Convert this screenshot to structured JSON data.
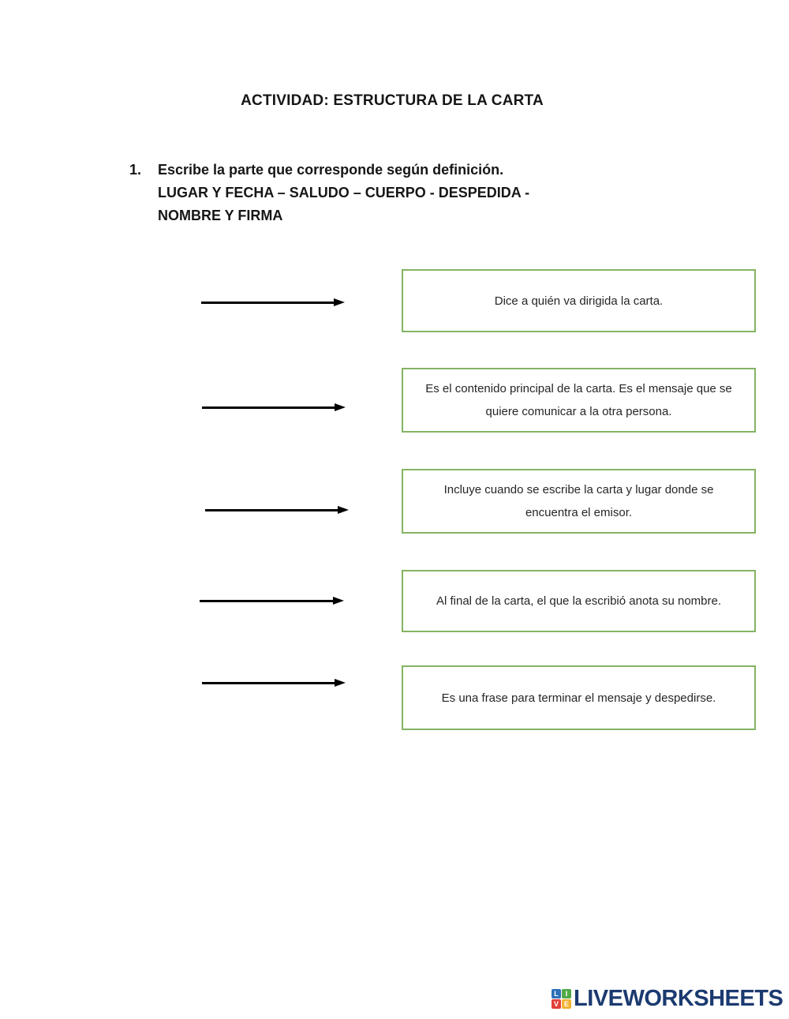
{
  "page": {
    "title": "ACTIVIDAD: ESTRUCTURA DE LA CARTA"
  },
  "exercise": {
    "number": "1.",
    "instruction": "Escribe la parte que corresponde según definición.",
    "word_bank_line1": "LUGAR Y FECHA – SALUDO – CUERPO - DESPEDIDA -",
    "word_bank_line2": "NOMBRE Y FIRMA"
  },
  "items": [
    {
      "definition": "Dice a quién va dirigida la carta."
    },
    {
      "definition": "Es el contenido principal de la carta. Es el mensaje que se quiere comunicar a la otra persona."
    },
    {
      "definition": "Incluye cuando se escribe la carta y lugar donde se encuentra el emisor."
    },
    {
      "definition": "Al final de la carta, el que la escribió anota su nombre."
    },
    {
      "definition": "Es una frase para terminar el mensaje y despedirse."
    }
  ],
  "branding": {
    "logo_text": "LIVEWORKSHEETS",
    "logo_text_color": "#1b3a70",
    "logo_tiles": [
      {
        "letter": "L",
        "color": "#2d70b8"
      },
      {
        "letter": "I",
        "color": "#52a948"
      },
      {
        "letter": "V",
        "color": "#e04038"
      },
      {
        "letter": "E",
        "color": "#f2b232"
      }
    ]
  },
  "colors": {
    "box_border_green": "#84b463",
    "arrow_black": "#000000"
  }
}
